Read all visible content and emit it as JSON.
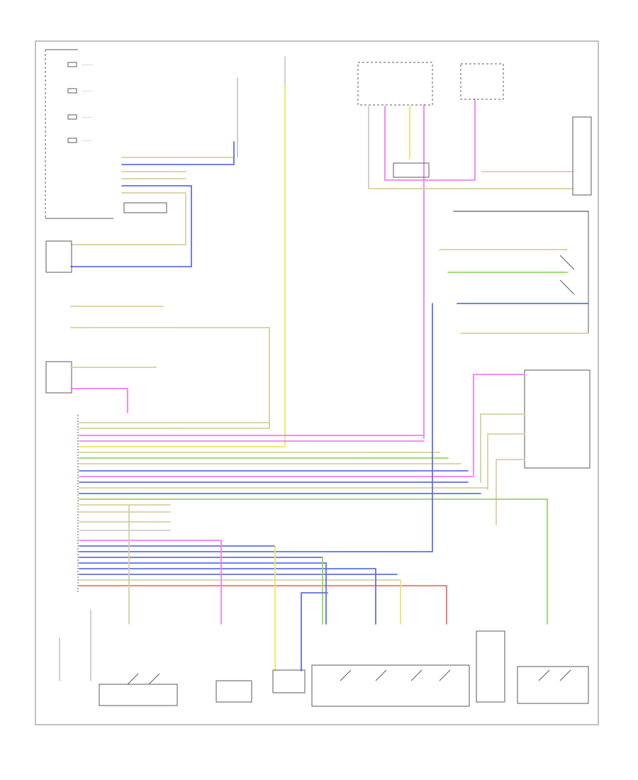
{
  "diagram": {
    "page_label": "",
    "footer_label": "",
    "colors": {
      "tan": "#d8cfa0",
      "yellow": "#e8e860",
      "pink": "#f080f0",
      "blue": "#6070e0",
      "green": "#90d860",
      "red": "#f07070",
      "gray": "#8a8a8a"
    },
    "blocks": [
      {
        "id": "instrument-cluster",
        "label": ""
      },
      {
        "id": "left-front-door-switch",
        "label": ""
      },
      {
        "id": "steering-column-module",
        "label": ""
      },
      {
        "id": "central-gateway-module",
        "label": ""
      },
      {
        "id": "fuse-panel",
        "label": ""
      },
      {
        "id": "relay-box",
        "label": ""
      },
      {
        "id": "door-switch-right",
        "label": ""
      },
      {
        "id": "antenna-switch",
        "label": ""
      }
    ]
  }
}
